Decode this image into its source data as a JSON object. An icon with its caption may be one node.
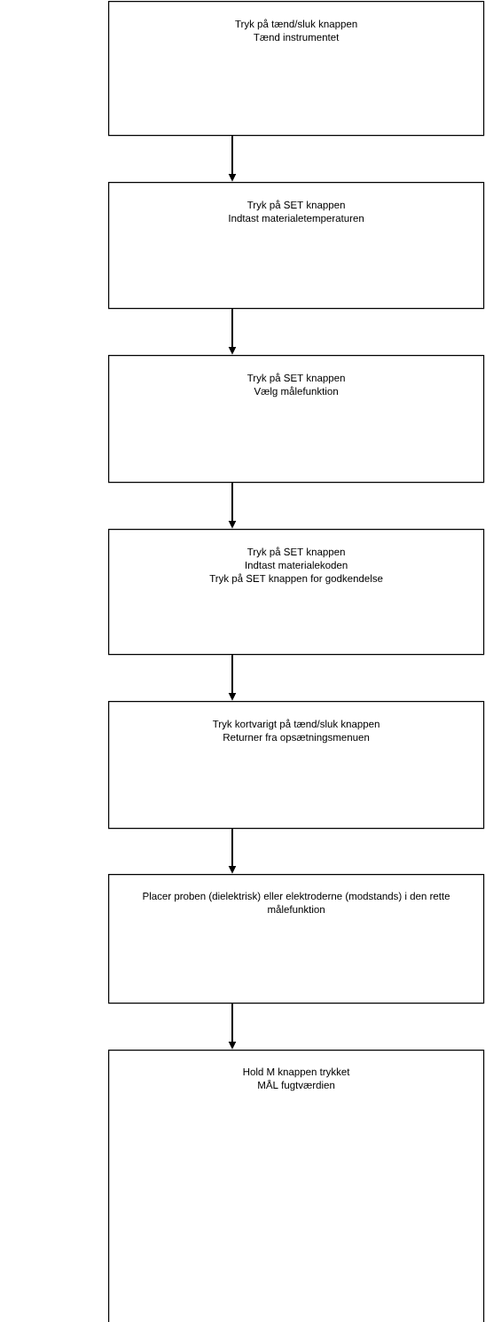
{
  "diagram": {
    "nodes": [
      {
        "text": [
          "Tryk på tænd/sluk knappen",
          "Tænd instrumentet"
        ]
      },
      {
        "text": [
          "Tryk på SET knappen",
          "Indtast materialetemperaturen"
        ]
      },
      {
        "text": [
          "Tryk på SET knappen",
          "Vælg målefunktion"
        ]
      },
      {
        "text": [
          "Tryk på SET knappen",
          "Indtast materialekoden",
          "Tryk på SET knappen for godkendelse"
        ]
      },
      {
        "text": [
          "Tryk kortvarigt på tænd/sluk knappen",
          "Returner fra opsætningsmenuen"
        ]
      },
      {
        "text": [
          "Placer proben (dielektrisk) eller elektroderne (modstands) i den rette målefunktion"
        ]
      },
      {
        "text": [
          "Hold M knappen trykket",
          "MÅL fugtværdien"
        ]
      }
    ],
    "edges": [
      {
        "from": 0,
        "to": 1,
        "arrow": "to"
      },
      {
        "from": 1,
        "to": 2,
        "arrow": "to"
      },
      {
        "from": 2,
        "to": 3,
        "arrow": "to"
      },
      {
        "from": 3,
        "to": 4,
        "arrow": "to"
      },
      {
        "from": 4,
        "to": 5,
        "arrow": "to"
      },
      {
        "from": 5,
        "to": 6,
        "arrow": "to"
      }
    ]
  }
}
